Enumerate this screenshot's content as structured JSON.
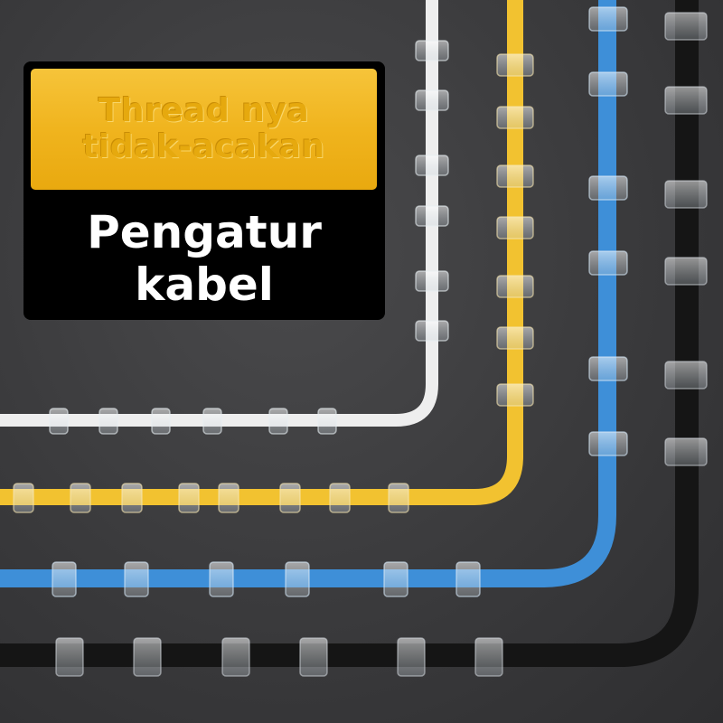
{
  "promo": {
    "tagline_line1": "Thread nya",
    "tagline_line2": "tidak-acakan",
    "title_line1": "Pengatur",
    "title_line2": "kabel"
  },
  "colors": {
    "background": "#3c3c3e",
    "banner_yellow": "#f0b41e",
    "cable_white": "#eeeeee",
    "cable_yellow": "#f2c230",
    "cable_blue": "#3e8fd8",
    "cable_black": "#151515"
  }
}
